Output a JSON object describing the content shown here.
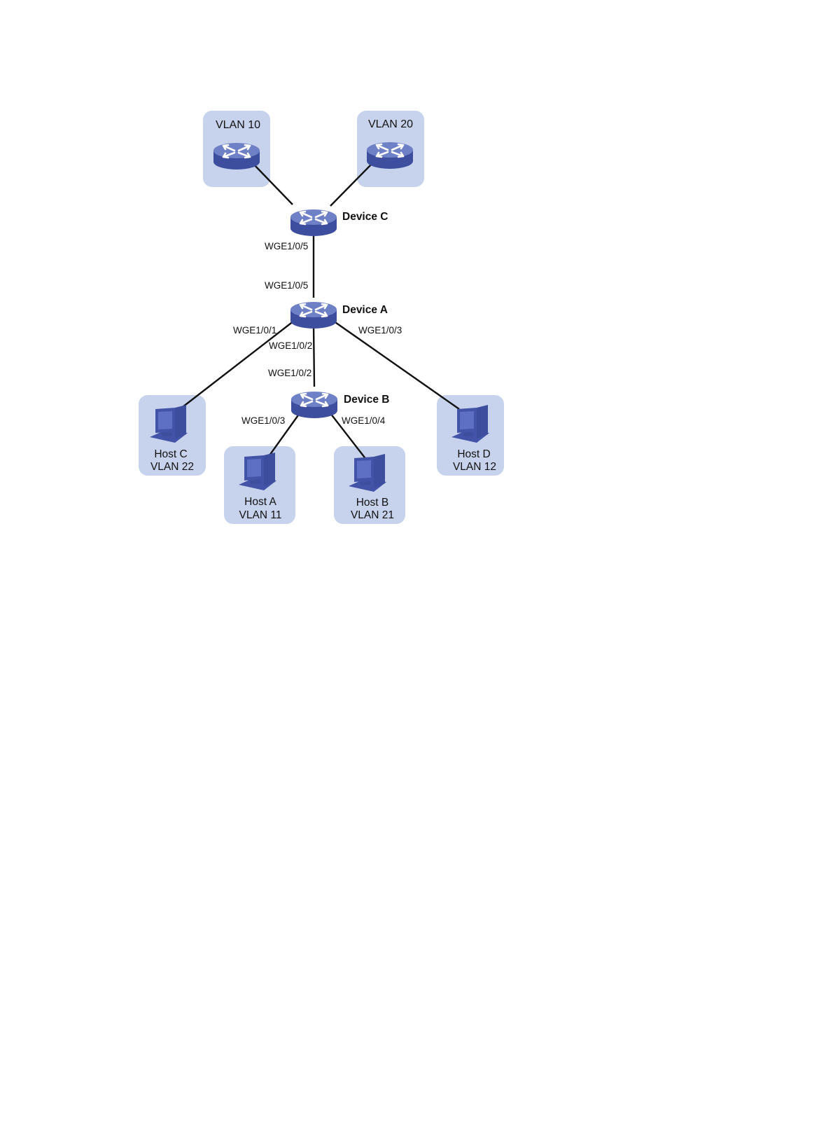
{
  "colors": {
    "zone": "#c7d3ec",
    "device_top": "#6e80c6",
    "device_side": "#3d4e9e",
    "device_arrows": "#ffffff",
    "host_body": "#4353a8",
    "host_screen": "#5d70c4",
    "link": "#111111"
  },
  "nodes": {
    "vlan10_switch": {
      "label": "VLAN 10",
      "icon": "switch-icon"
    },
    "vlan20_switch": {
      "label": "VLAN 20",
      "icon": "switch-icon"
    },
    "device_c": {
      "label": "Device C",
      "icon": "switch-icon"
    },
    "device_a": {
      "label": "Device A",
      "icon": "switch-icon"
    },
    "device_b": {
      "label": "Device B",
      "icon": "switch-icon"
    },
    "host_c": {
      "name": "Host C",
      "vlan": "VLAN 22",
      "icon": "computer-icon"
    },
    "host_a": {
      "name": "Host A",
      "vlan": "VLAN 11",
      "icon": "computer-icon"
    },
    "host_b": {
      "name": "Host B",
      "vlan": "VLAN 21",
      "icon": "computer-icon"
    },
    "host_d": {
      "name": "Host D",
      "vlan": "VLAN 12",
      "icon": "computer-icon"
    }
  },
  "ports": {
    "device_c_down": "WGE1/0/5",
    "device_a_up": "WGE1/0/5",
    "device_a_left": "WGE1/0/1",
    "device_a_down": "WGE1/0/2",
    "device_a_right": "WGE1/0/3",
    "device_b_up": "WGE1/0/2",
    "device_b_left": "WGE1/0/3",
    "device_b_right": "WGE1/0/4"
  },
  "links": [
    {
      "from": "vlan10_switch",
      "to": "device_c"
    },
    {
      "from": "vlan20_switch",
      "to": "device_c"
    },
    {
      "from": "device_c",
      "to": "device_a"
    },
    {
      "from": "device_a",
      "to": "host_c"
    },
    {
      "from": "device_a",
      "to": "device_b"
    },
    {
      "from": "device_a",
      "to": "host_d"
    },
    {
      "from": "device_b",
      "to": "host_a"
    },
    {
      "from": "device_b",
      "to": "host_b"
    }
  ]
}
